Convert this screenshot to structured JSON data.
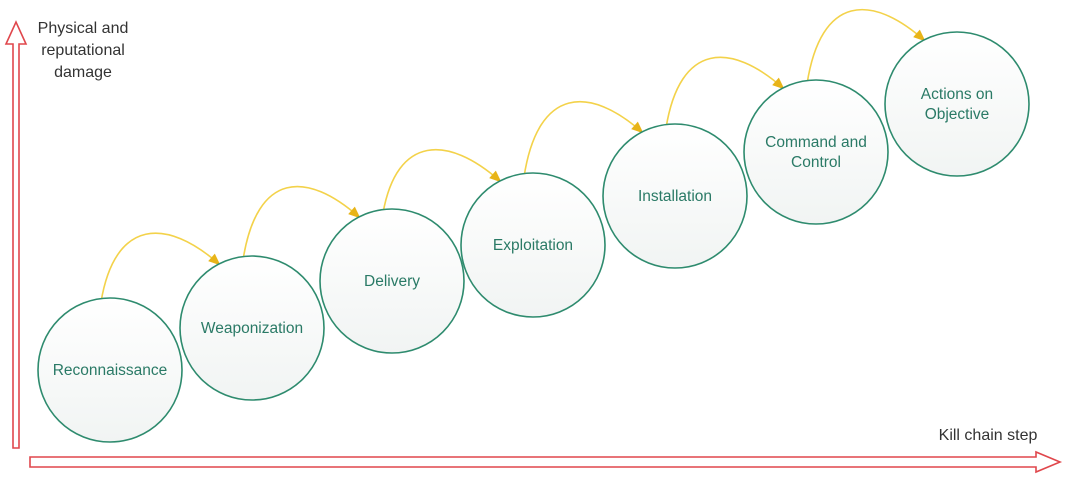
{
  "axes": {
    "y_label": "Physical and reputational damage",
    "x_label": "Kill chain step"
  },
  "steps": [
    {
      "label": "Reconnaissance",
      "lines": [
        "Reconnaissance"
      ]
    },
    {
      "label": "Weaponization",
      "lines": [
        "Weaponization"
      ]
    },
    {
      "label": "Delivery",
      "lines": [
        "Delivery"
      ]
    },
    {
      "label": "Exploitation",
      "lines": [
        "Exploitation"
      ]
    },
    {
      "label": "Installation",
      "lines": [
        "Installation"
      ]
    },
    {
      "label": "Command and Control",
      "lines": [
        "Command and",
        "Control"
      ]
    },
    {
      "label": "Actions on Objective",
      "lines": [
        "Actions on",
        "Objective"
      ]
    }
  ],
  "colors": {
    "axis_stroke": "#e0474c",
    "axis_fill": "#ffffff",
    "circle_stroke": "#2e8b6e",
    "circle_fill": "#ffffff",
    "step_text": "#2a7a66",
    "connector": "#f3d24a",
    "arrowhead": "#e8b418",
    "label_text": "#333333"
  }
}
